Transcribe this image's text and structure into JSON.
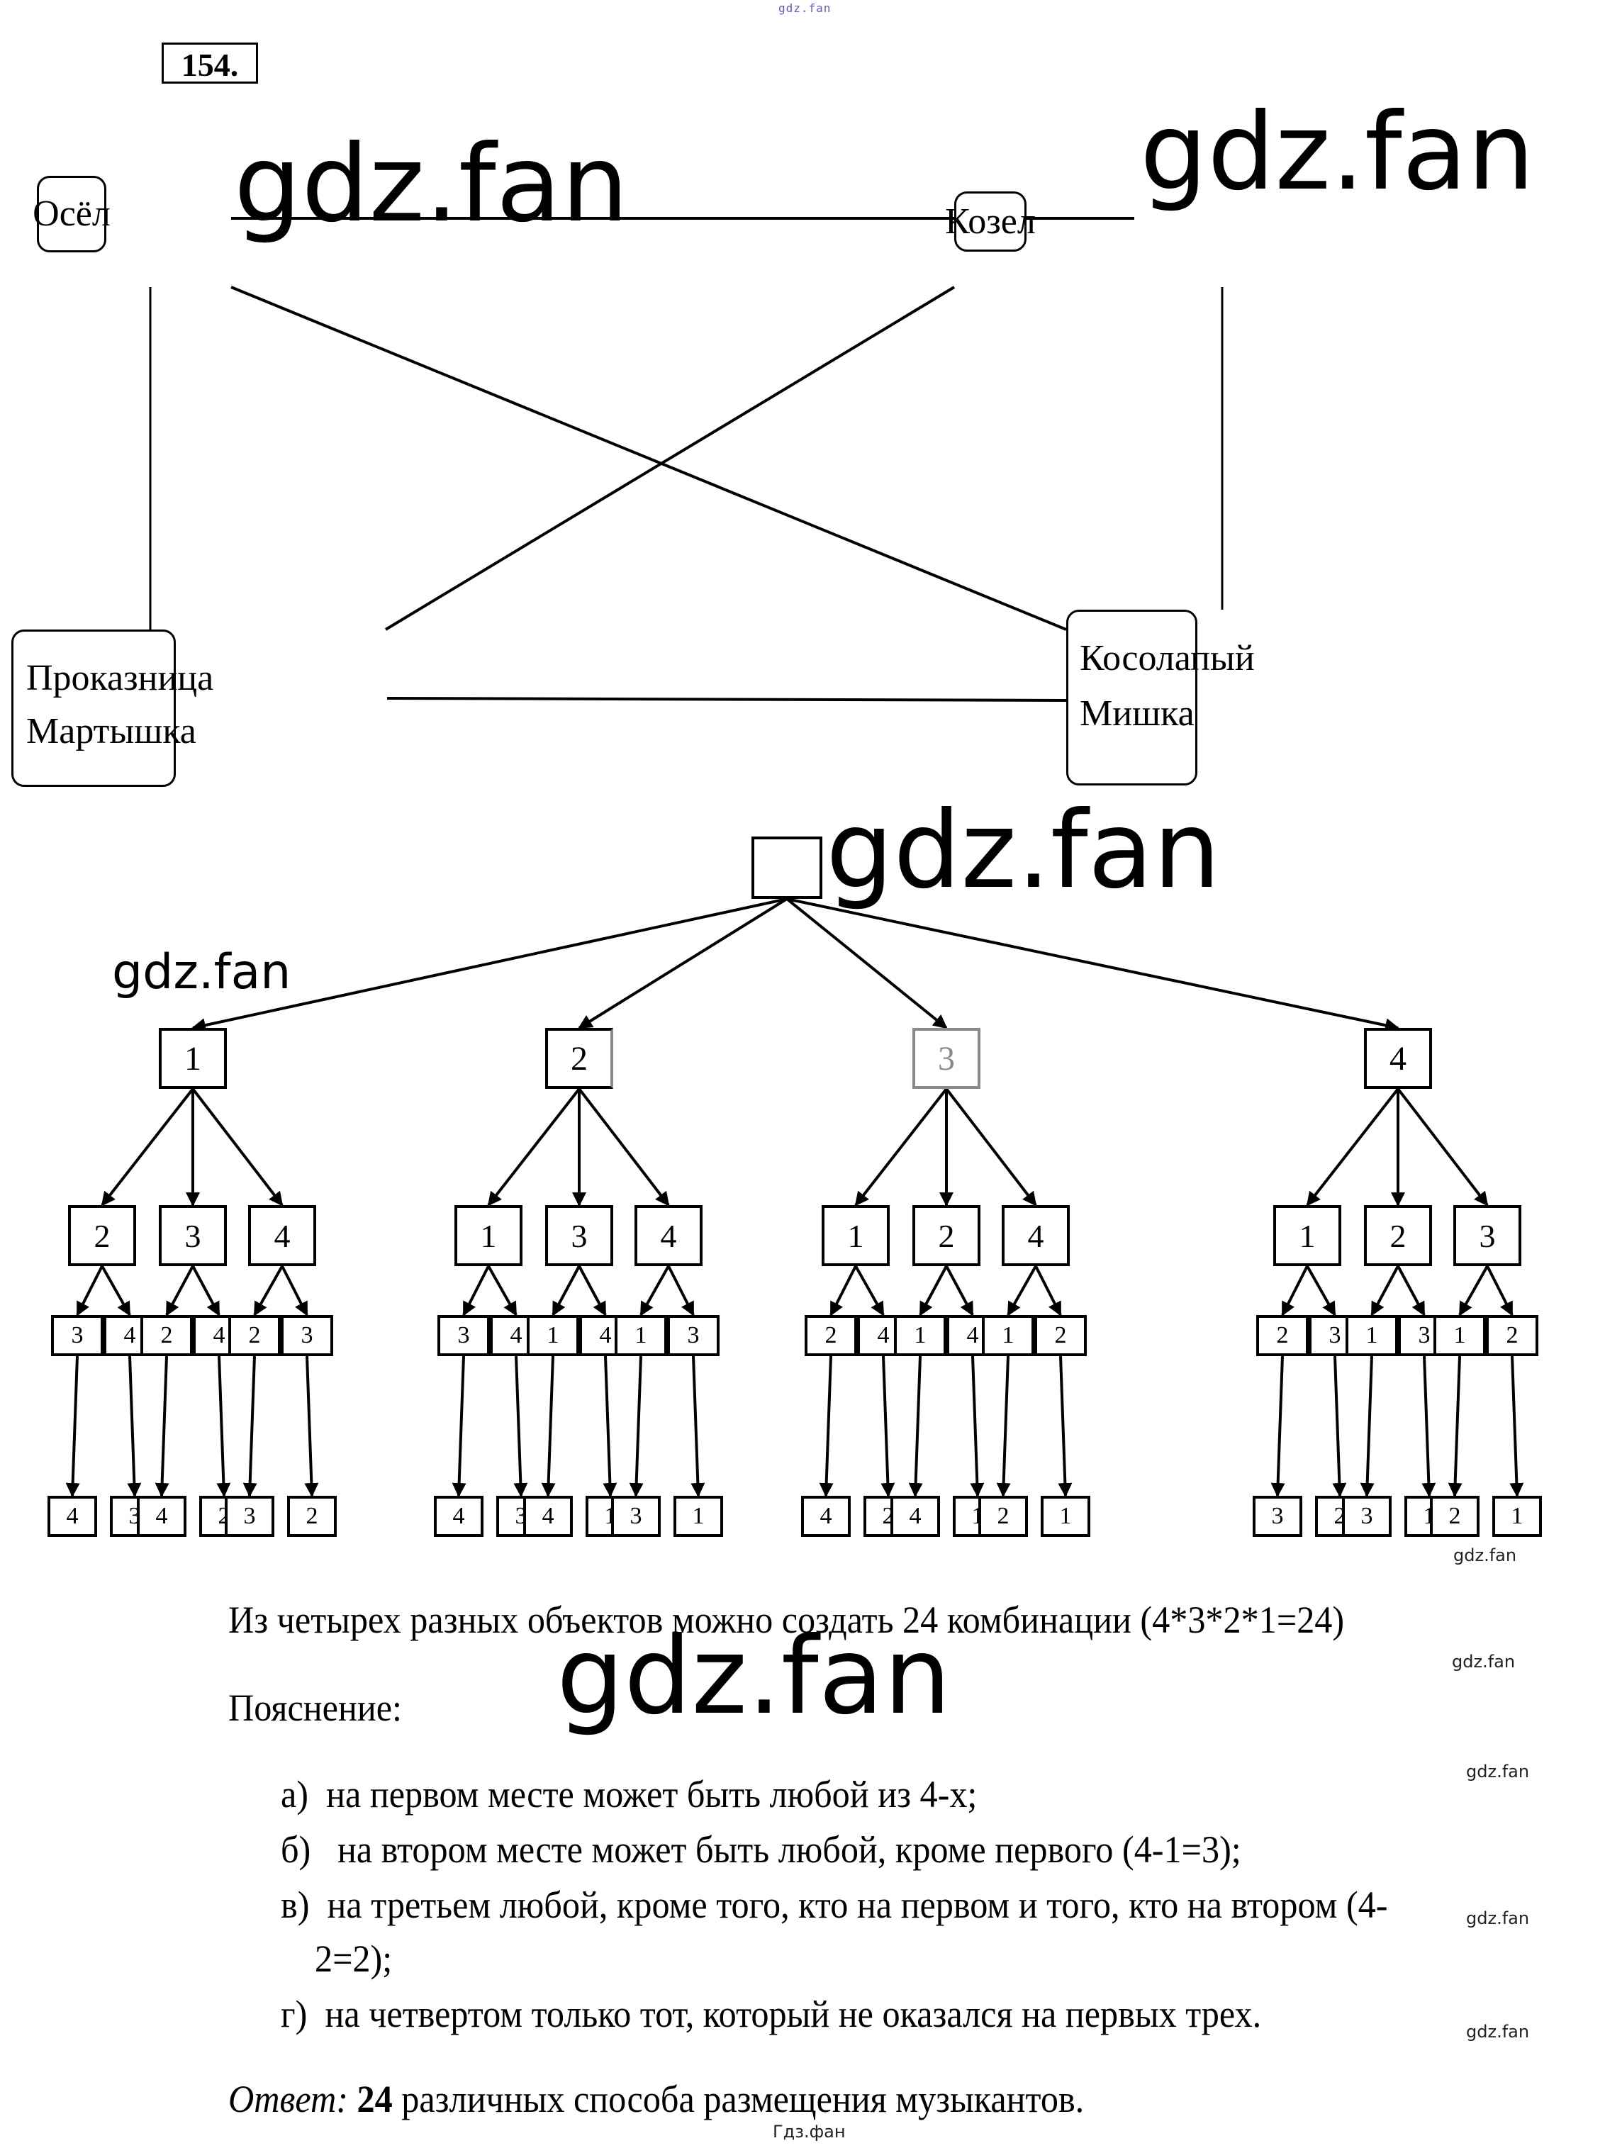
{
  "watermarks": {
    "top": "gdz.fan",
    "big": "gdz.fan",
    "small": "gdz.fan",
    "bottom": "Гдз.фан"
  },
  "task_number": "154.",
  "graph": {
    "nodes": [
      {
        "id": "donkey",
        "lines": [
          "Осёл"
        ]
      },
      {
        "id": "goat",
        "lines": [
          "Козел"
        ]
      },
      {
        "id": "monkey",
        "lines": [
          "Проказница",
          "Мартышка"
        ]
      },
      {
        "id": "bear",
        "lines": [
          "Косолапый",
          "Мишка"
        ]
      }
    ],
    "edges": [
      [
        "donkey",
        "goat"
      ],
      [
        "donkey",
        "monkey"
      ],
      [
        "donkey",
        "bear"
      ],
      [
        "goat",
        "monkey"
      ],
      [
        "goat",
        "bear"
      ],
      [
        "monkey",
        "bear"
      ]
    ]
  },
  "tree": {
    "root": "",
    "branches": [
      {
        "label": "1",
        "children": [
          {
            "label": "2",
            "pairs": [
              {
                "label": "3",
                "leaf": "4"
              },
              {
                "label": "4",
                "leaf": "3"
              }
            ]
          },
          {
            "label": "3",
            "pairs": [
              {
                "label": "2",
                "leaf": "4"
              },
              {
                "label": "4",
                "leaf": "2"
              }
            ]
          },
          {
            "label": "4",
            "pairs": [
              {
                "label": "2",
                "leaf": "3"
              },
              {
                "label": "3",
                "leaf": "2"
              }
            ]
          }
        ]
      },
      {
        "label": "2",
        "children": [
          {
            "label": "1",
            "pairs": [
              {
                "label": "3",
                "leaf": "4"
              },
              {
                "label": "4",
                "leaf": "3"
              }
            ]
          },
          {
            "label": "3",
            "pairs": [
              {
                "label": "1",
                "leaf": "4"
              },
              {
                "label": "4",
                "leaf": "1"
              }
            ]
          },
          {
            "label": "4",
            "pairs": [
              {
                "label": "1",
                "leaf": "3"
              },
              {
                "label": "3",
                "leaf": "1"
              }
            ]
          }
        ]
      },
      {
        "label": "3",
        "children": [
          {
            "label": "1",
            "pairs": [
              {
                "label": "2",
                "leaf": "4"
              },
              {
                "label": "4",
                "leaf": "2"
              }
            ]
          },
          {
            "label": "2",
            "pairs": [
              {
                "label": "1",
                "leaf": "4"
              },
              {
                "label": "4",
                "leaf": "1"
              }
            ]
          },
          {
            "label": "4",
            "pairs": [
              {
                "label": "1",
                "leaf": "2"
              },
              {
                "label": "2",
                "leaf": "1"
              }
            ]
          }
        ]
      },
      {
        "label": "4",
        "children": [
          {
            "label": "1",
            "pairs": [
              {
                "label": "2",
                "leaf": "3"
              },
              {
                "label": "3",
                "leaf": "2"
              }
            ]
          },
          {
            "label": "2",
            "pairs": [
              {
                "label": "1",
                "leaf": "3"
              },
              {
                "label": "3",
                "leaf": "1"
              }
            ]
          },
          {
            "label": "3",
            "pairs": [
              {
                "label": "1",
                "leaf": "2"
              },
              {
                "label": "2",
                "leaf": "1"
              }
            ]
          }
        ]
      }
    ]
  },
  "text": {
    "summary": "Из четырех разных объектов можно создать 24 комбинации (4*3*2*1=24)",
    "explanation_heading": "Пояснение:",
    "items": [
      {
        "marker": "а)",
        "text": "на первом месте может быть любой из 4-х;"
      },
      {
        "marker": "б)",
        "text": " на втором месте может быть любой, кроме первого (4-1=3);"
      },
      {
        "marker": "в)",
        "text": "на третьем любой, кроме того, кто на первом и того, кто на втором (4-",
        "continuation": "2=2);"
      },
      {
        "marker": "г)",
        "text": "на четвертом только тот, который не оказался на первых трех."
      }
    ],
    "answer_label": "Ответ:",
    "answer_number": "24",
    "answer_text": " различных способа  размещения музыкантов."
  }
}
